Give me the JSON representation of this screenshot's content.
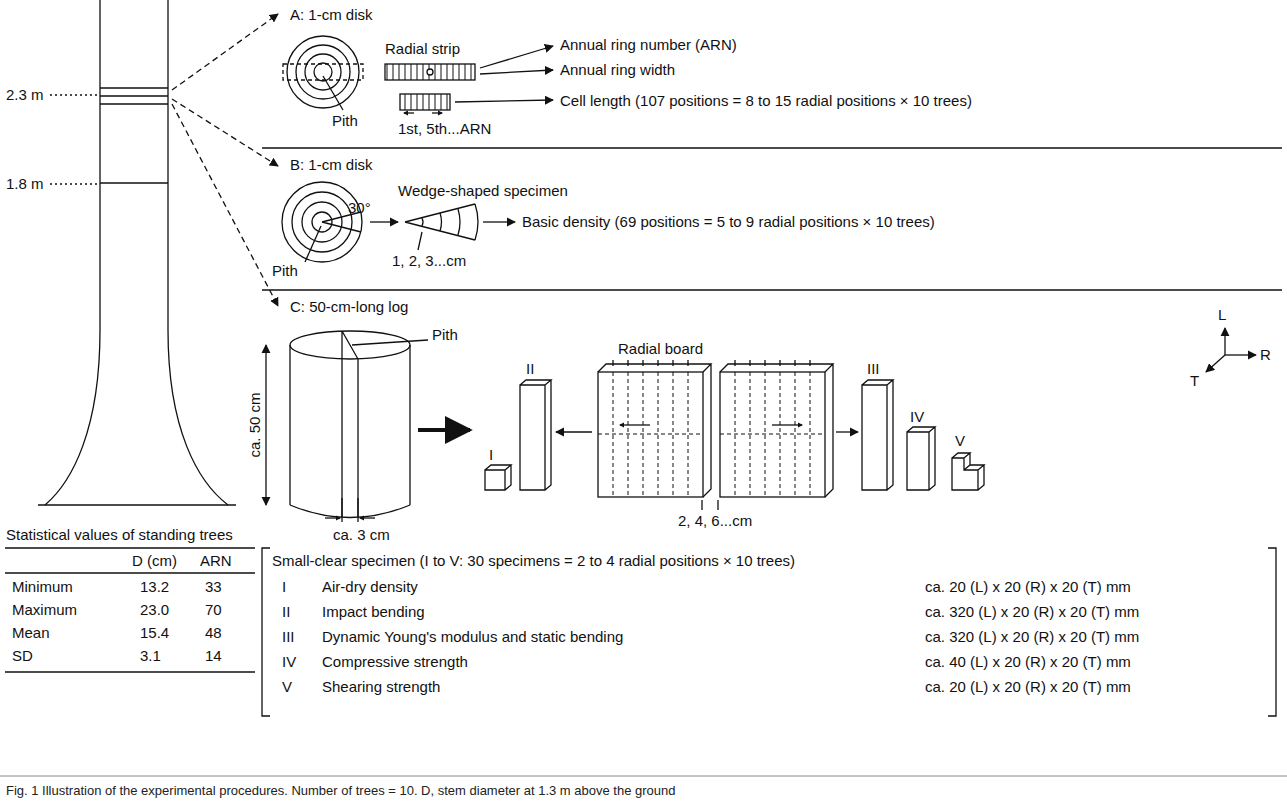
{
  "diagram": {
    "caption": "Fig. 1 Illustration of the experimental procedures. Number of trees = 10. D, stem diameter at 1.3 m above the ground",
    "labels": [
      "2.3 m",
      "1.8 m",
      "A: 1-cm disk",
      "Radial strip",
      "Pith",
      "Annual ring number (ARN)",
      "Annual ring width",
      "Cell length (107 positions = 8 to 15 radial positions × 10 trees)",
      "1st, 5th...ARN",
      "B: 1-cm disk",
      "Wedge-shaped specimen",
      "30°",
      "Basic density (69 positions = 5 to 9 radial positions × 10 trees)",
      "Pith",
      "1, 2, 3...cm",
      "C: 50-cm-long log",
      "Pith",
      "ca. 50 cm",
      "ca. 3 cm",
      "Radial board",
      "II",
      "III",
      "I",
      "IV",
      "V",
      "L",
      "R",
      "T",
      "2, 4, 6...cm",
      "Small-clear specimen (I to V: 30 specimens = 2 to 4 radial positions × 10 trees)",
      "I",
      "Air-dry density",
      "ca. 20 (L) x 20 (R) x 20 (T) mm",
      "II",
      "Impact bending",
      "ca. 320 (L) x 20 (R) x 20 (T) mm",
      "III",
      "Dynamic Young's modulus and  static bending",
      "ca. 320 (L) x 20 (R) x 20 (T) mm",
      "IV",
      "Compressive strength",
      "ca. 40 (L) x 20 (R) x 20 (T) mm",
      "V",
      "Shearing strength",
      "ca. 20 (L) x 20 (R) x 20 (T) mm",
      "Statistical values of standing trees",
      "D (cm)",
      "ARN",
      "Minimum",
      "13.2",
      "33",
      "Maximum",
      "23.0",
      "70",
      "Mean",
      "15.4",
      "48",
      "SD",
      "3.1",
      "14"
    ]
  }
}
